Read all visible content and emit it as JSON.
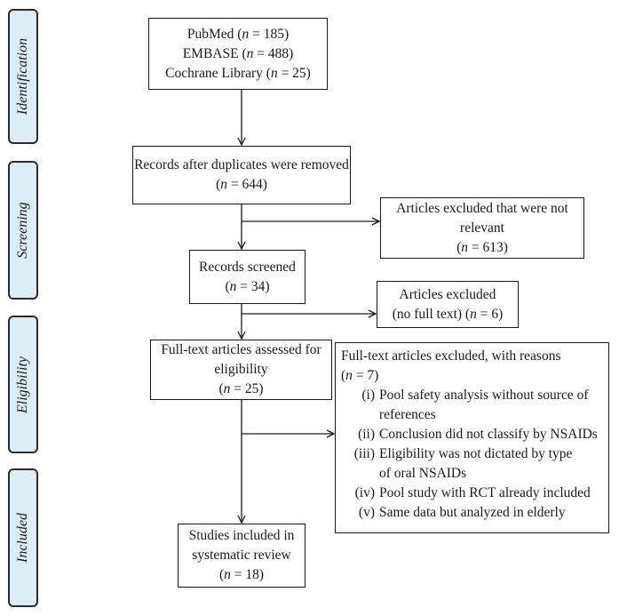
{
  "stages": {
    "identification": "Identification",
    "screening": "Screening",
    "eligibility": "Eligibility",
    "included": "Included"
  },
  "boxes": {
    "sources": {
      "line1": "PubMed  (n = 185)",
      "line2": "EMBASE (n = 488)",
      "line3": "Cochrane Library (n = 25)"
    },
    "duplicates_removed": {
      "line1": "Records after duplicates were removed",
      "line2": "(n = 644)"
    },
    "excluded_not_relevant": {
      "line1": "Articles excluded that were not",
      "line2": "relevant",
      "line3": "(n = 613)"
    },
    "records_screened": {
      "line1": "Records screened",
      "line2": "(n = 34)"
    },
    "excluded_no_full_text": {
      "line1": "Articles excluded",
      "line2": "(no full text) (n = 6)"
    },
    "full_text_assessed": {
      "line1": "Full-text articles assessed for",
      "line2": "eligibility",
      "line3": "(n = 25)"
    },
    "full_text_excluded": {
      "heading": "Full-text articles excluded, with reasons",
      "count": "(n = 7)",
      "reasons": [
        {
          "num": "(i)",
          "text": "Pool safety analysis without source of",
          "cont": "references"
        },
        {
          "num": "(ii)",
          "text": "Conclusion did not classify by NSAIDs"
        },
        {
          "num": "(iii)",
          "text": "Eligibility was not dictated by type",
          "cont": "of oral NSAIDs"
        },
        {
          "num": "(iv)",
          "text": "Pool study with RCT already included"
        },
        {
          "num": "(v)",
          "text": "Same data but analyzed in elderly"
        }
      ]
    },
    "studies_included": {
      "line1": "Studies included in",
      "line2": "systematic review",
      "line3": "(n = 18)"
    }
  },
  "colors": {
    "stage_fill": "#dcedf8",
    "stage_border": "#2b2b2b",
    "line": "#1a1a1a"
  }
}
